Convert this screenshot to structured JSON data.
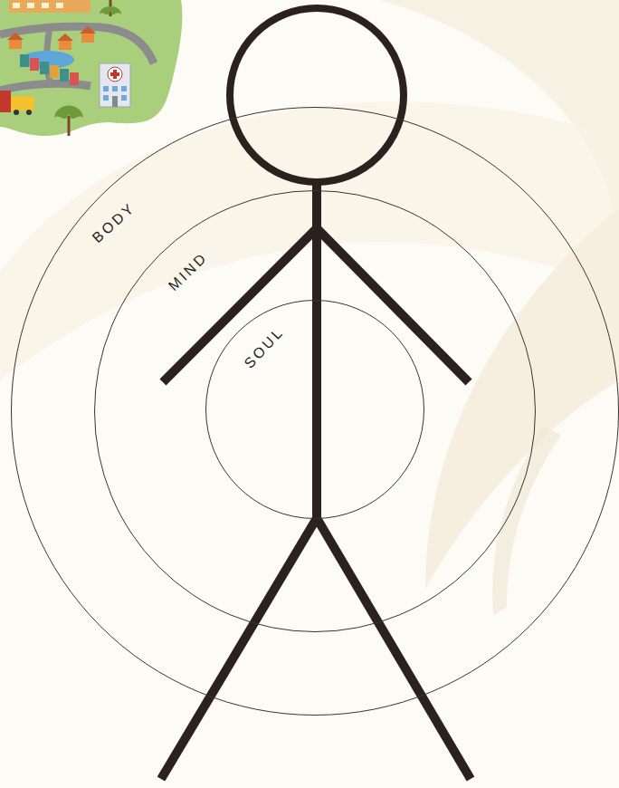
{
  "diagram": {
    "nodes": [
      {
        "text": [
          "BODY"
        ]
      },
      {
        "text": [
          "MIND"
        ],
        "in": 0
      },
      {
        "text": [
          "SOUL"
        ],
        "in": 1
      }
    ]
  }
}
